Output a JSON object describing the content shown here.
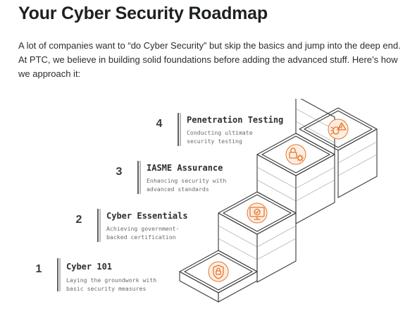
{
  "page": {
    "title": "Your Cyber Security Roadmap",
    "intro": "A lot of companies want to “do Cyber Security” but skip the basics and jump into the deep end. At PTC, we believe in building solid foundations before adding the advanced stuff. Here’s how we approach it:"
  },
  "roadmap": {
    "steps": [
      {
        "number": "1",
        "title": "Cyber 101",
        "desc_line1": "Laying the groundwork with",
        "desc_line2": "basic security measures",
        "icon": "shield-lock-icon"
      },
      {
        "number": "2",
        "title": "Cyber Essentials",
        "desc_line1": "Achieving government-",
        "desc_line2": "backed certification",
        "icon": "monitor-check-icon"
      },
      {
        "number": "3",
        "title": "IASME Assurance",
        "desc_line1": "Enhancing security with",
        "desc_line2": "advanced standards",
        "icon": "lock-gear-icon"
      },
      {
        "number": "4",
        "title": "Penetration Testing",
        "desc_line1": "Conducting ultimate",
        "desc_line2": "security testing",
        "icon": "bug-warning-icon"
      }
    ],
    "colors": {
      "icon_accent": "#e8752a",
      "icon_badge": "#fdeee3",
      "line": "#3a3a3a"
    }
  }
}
